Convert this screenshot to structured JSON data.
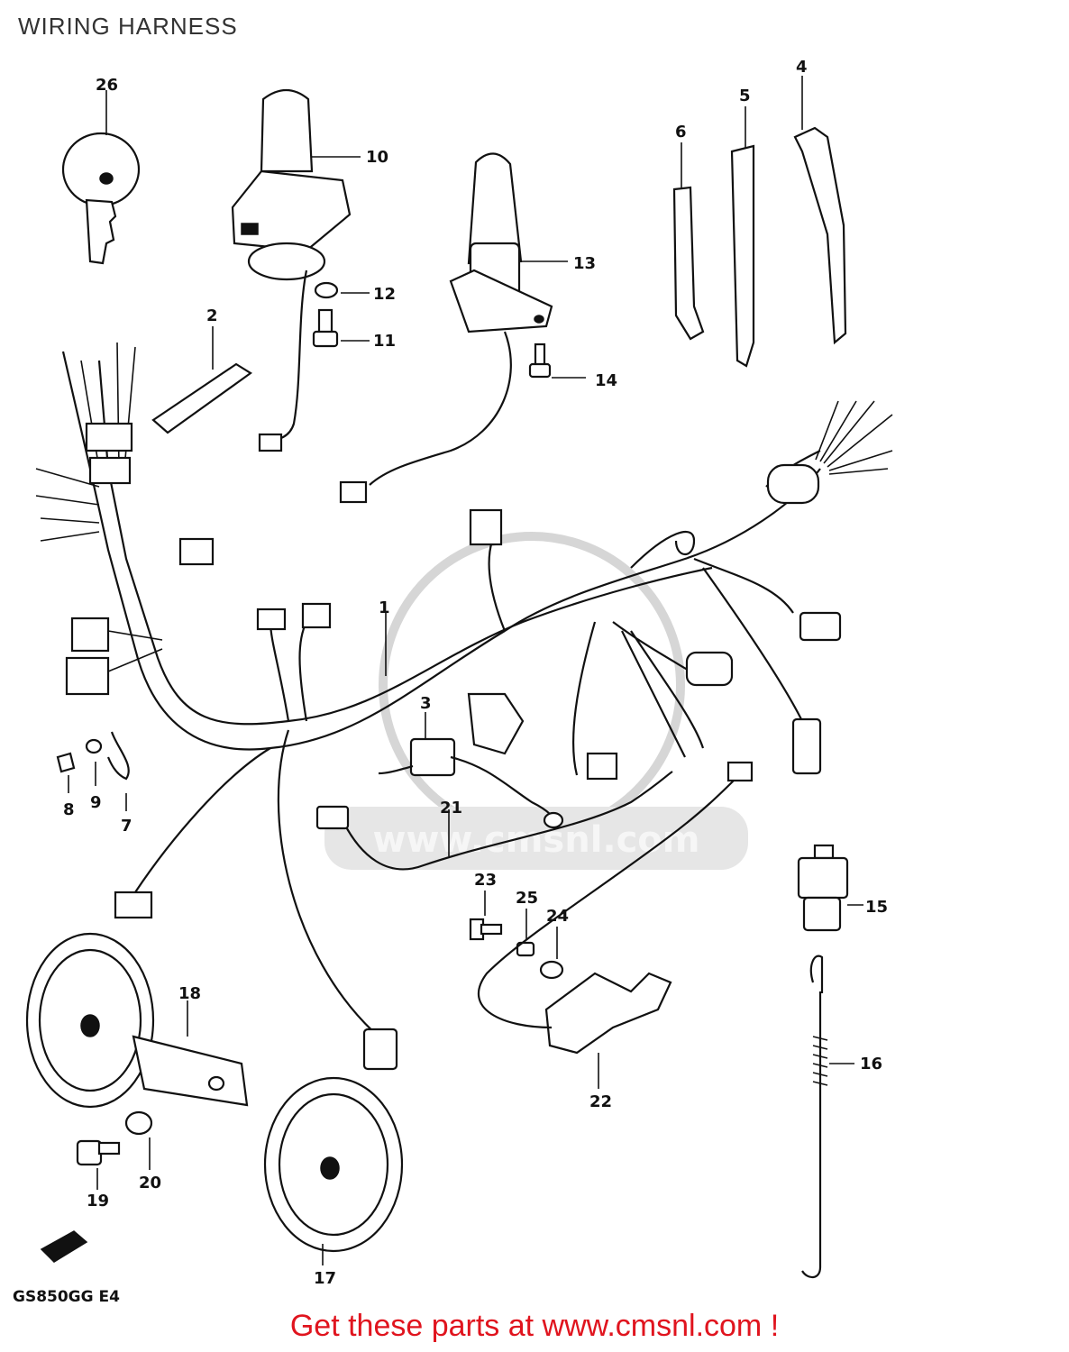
{
  "title": "WIRING HARNESS",
  "model_code": "GS850GG  E4",
  "footer": "Get these parts at www.cmsnl.com !",
  "watermark": "www.cmsnl.com",
  "callouts": [
    "1",
    "2",
    "3",
    "4",
    "5",
    "6",
    "7",
    "8",
    "9",
    "10",
    "11",
    "12",
    "13",
    "14",
    "15",
    "16",
    "17",
    "18",
    "19",
    "20",
    "21",
    "22",
    "23",
    "24",
    "25",
    "26"
  ],
  "colors": {
    "footer": "#e0141e",
    "title": "#333333",
    "line": "#111111",
    "watermark": "#d6d6d6"
  }
}
